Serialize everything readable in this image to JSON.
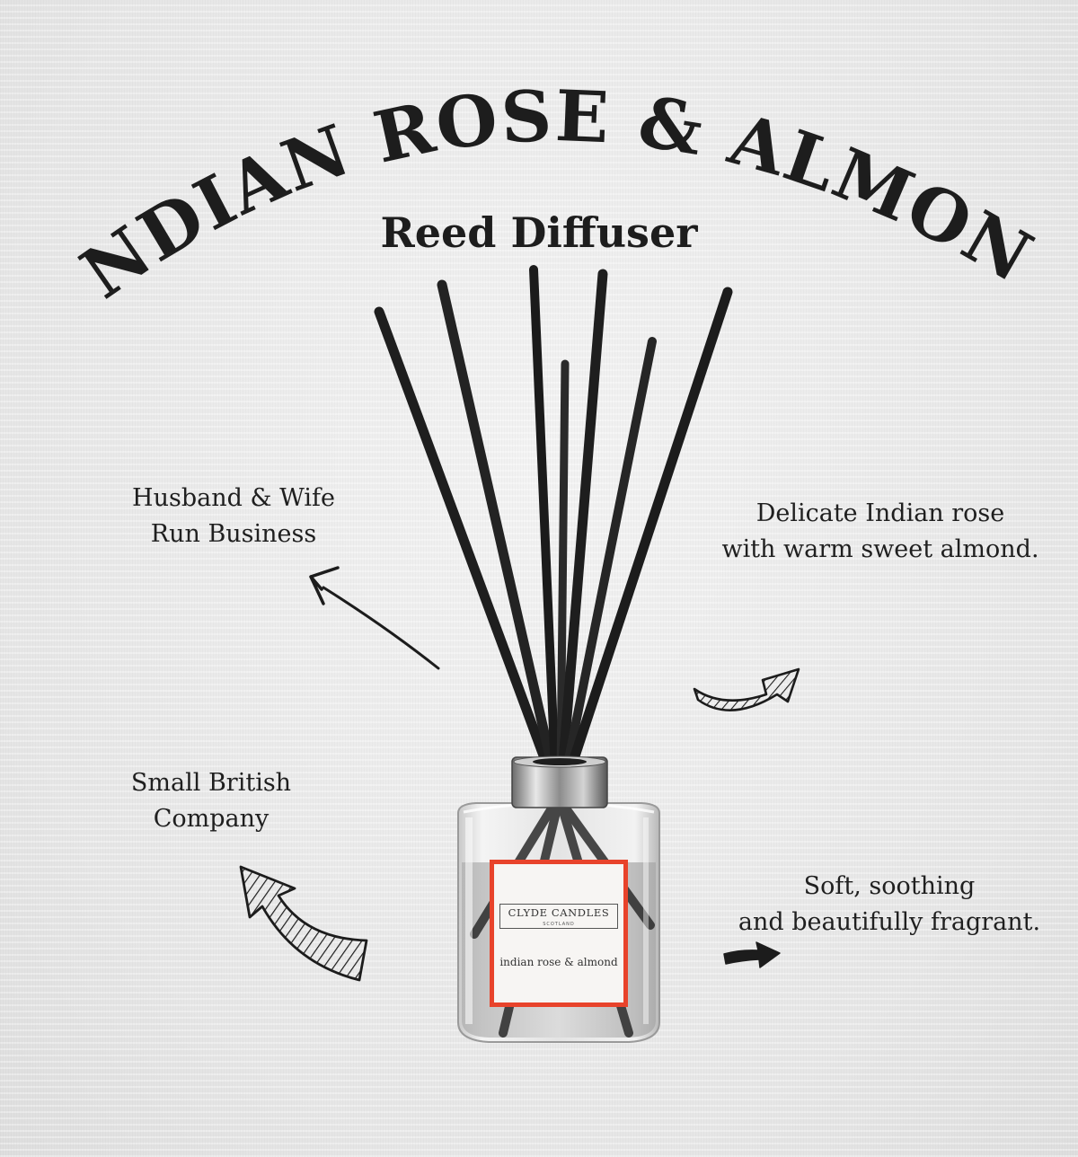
{
  "title": "INDIAN ROSE & ALMOND",
  "subtitle": "Reed Diffuser",
  "features": [
    {
      "lines": [
        "Husband & Wife",
        "Run Business"
      ]
    },
    {
      "lines": [
        "Delicate Indian rose",
        "with warm sweet almond."
      ]
    },
    {
      "lines": [
        "Small British",
        "Company"
      ]
    },
    {
      "lines": [
        "Soft, soothing",
        "and beautifully fragrant."
      ]
    }
  ],
  "product": {
    "brand": "CLYDE CANDLES",
    "region": "SCOTLAND",
    "scent": "indian rose & almond",
    "label_border_color": "#e8432b",
    "reed_color": "#1e1e1e"
  },
  "icons": [
    "arrow-up-left-icon",
    "hatched-arrow-right-icon",
    "hatched-arrow-up-icon",
    "small-arrow-right-icon"
  ]
}
